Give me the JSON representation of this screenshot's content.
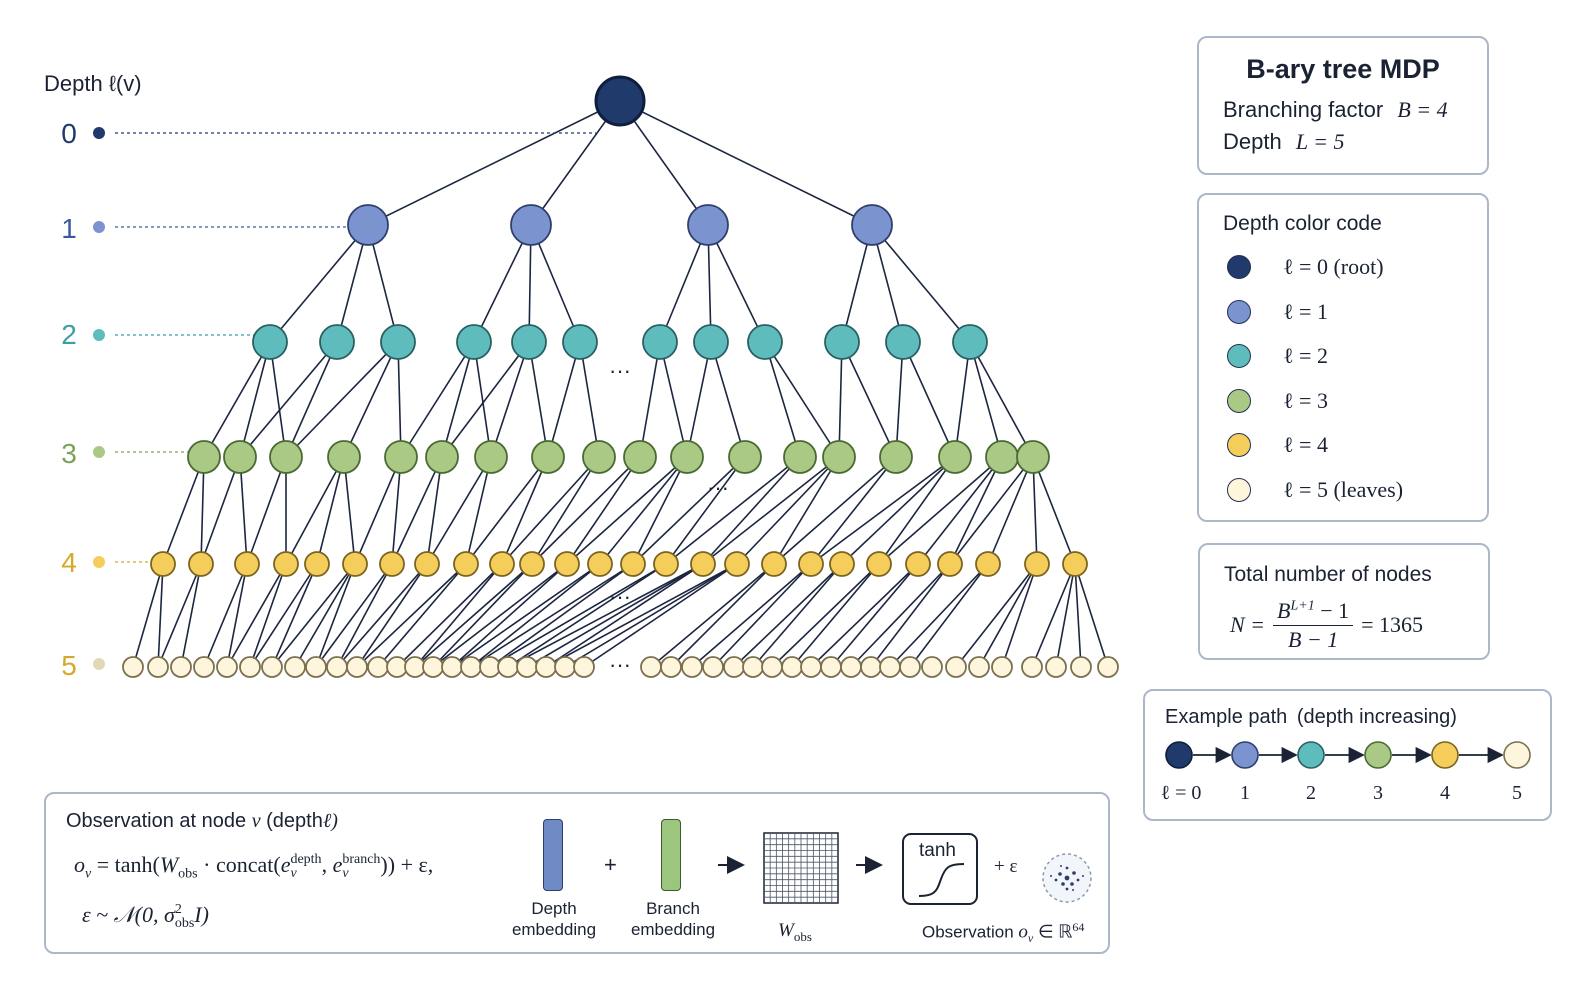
{
  "depth_axis": {
    "title": "Depth ℓ(v)",
    "levels": [
      "0",
      "1",
      "2",
      "3",
      "4",
      "5"
    ]
  },
  "tree": {
    "ellipsis": "···"
  },
  "info": {
    "title": "B-ary tree MDP",
    "branching_label": "Branching factor",
    "branching_value": "B = 4",
    "depth_label": "Depth",
    "depth_value": "L = 5"
  },
  "legend": {
    "title": "Depth color code",
    "items": [
      {
        "label": "ℓ = 0 (root)",
        "color": "#1f3a6b"
      },
      {
        "label": "ℓ = 1",
        "color": "#7b93cf"
      },
      {
        "label": "ℓ = 2",
        "color": "#5fbcbd"
      },
      {
        "label": "ℓ = 3",
        "color": "#a9c985"
      },
      {
        "label": "ℓ = 4",
        "color": "#f4cd5b"
      },
      {
        "label": "ℓ = 5 (leaves)",
        "color": "#fdf6dc"
      }
    ]
  },
  "total": {
    "title": "Total number of nodes",
    "lhs": "N =",
    "numerator": "B",
    "numerator_exp": "L+1",
    "numerator_tail": " − 1",
    "denominator": "B − 1",
    "rhs": "= 1365"
  },
  "example_path": {
    "title": "Example path",
    "subtitle": "(depth increasing)",
    "labels": [
      "ℓ = 0",
      "1",
      "2",
      "3",
      "4",
      "5"
    ]
  },
  "observation": {
    "title": "Observation at node",
    "title_var": "v",
    "title_depth": "(depth",
    "title_ell": "ℓ)",
    "formula": {
      "o": "o",
      "o_sub": "v",
      "eq": " = tanh(",
      "W": "W",
      "W_sub": "obs",
      "concat": " · concat(",
      "e1": "e",
      "e1_sup": "depth",
      "e1_sub": "v",
      "comma": ", ",
      "e2": "e",
      "e2_sup": "branch",
      "e2_sub": "v",
      "close": ")) + ε,",
      "noise": "ε ~ 𝒩(0, σ",
      "noise_sup": "2",
      "noise_sub": "obs",
      "noise_tail": "I)"
    },
    "plus": "+",
    "depth_embedding": [
      "Depth",
      "embedding"
    ],
    "branch_embedding": [
      "Branch",
      "embedding"
    ],
    "w_label": "W",
    "w_sub": "obs",
    "tanh_label": "tanh",
    "plus_eps": "+ ε",
    "output_label": "Observation",
    "output_var": "o",
    "output_sub": "v",
    "output_space": "∈ ℝ",
    "output_dim": "64"
  }
}
